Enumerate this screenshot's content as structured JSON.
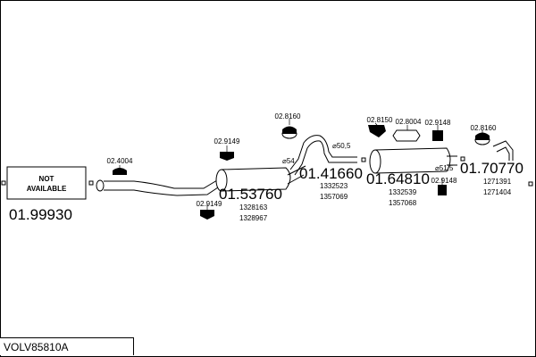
{
  "title": "VOLV85810A",
  "placeholder_box": {
    "line1": "NOT",
    "line2": "AVAILABLE"
  },
  "parts": {
    "p1": {
      "number": "01.99930"
    },
    "p2": {
      "number": "01.53760",
      "refs": [
        "1328163",
        "1328967"
      ]
    },
    "p3": {
      "number": "01.41660",
      "refs": [
        "1332523",
        "1357069"
      ]
    },
    "p4": {
      "number": "01.64810",
      "refs": [
        "1332539",
        "1357068"
      ]
    },
    "p5": {
      "number": "01.70770",
      "refs": [
        "1271391",
        "1271404"
      ]
    }
  },
  "accessories": {
    "a1": "02.4004",
    "a2": "02.9149",
    "a3": "02.9149",
    "a4": "02.8160",
    "a5": "02.8150",
    "a6": "02.8004",
    "a7": "02.9148",
    "a8": "02.9148",
    "a9": "02.8160"
  },
  "dimensions": {
    "d1": "⌀54",
    "d2": "⌀50,5",
    "d3": "⌀51,5"
  }
}
